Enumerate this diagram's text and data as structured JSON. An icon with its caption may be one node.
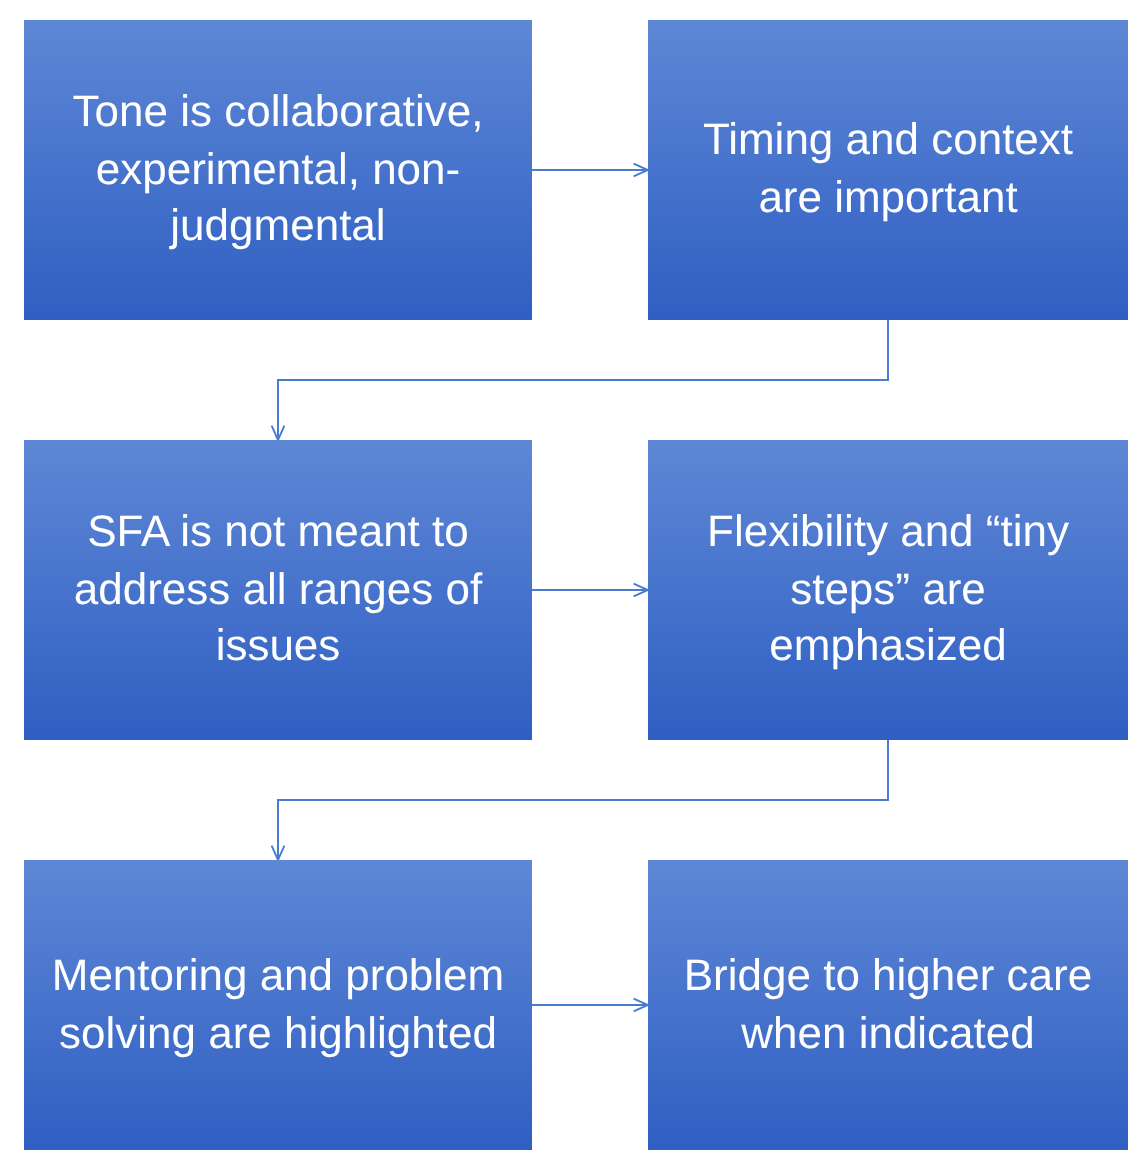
{
  "diagram": {
    "nodes": [
      {
        "text": [
          "Tone is collaborative, experimental, non-judgmental"
        ]
      },
      {
        "text": [
          "Timing and context are important"
        ]
      },
      {
        "text": [
          "SFA is not meant to address all ranges of issues"
        ]
      },
      {
        "text": [
          "Flexibility and “tiny steps” are emphasized"
        ]
      },
      {
        "text": [
          "Mentoring and problem solving are highlighted"
        ]
      },
      {
        "text": [
          "Bridge to higher care when indicated"
        ]
      }
    ],
    "edges": [
      {
        "from": 0,
        "to": 1,
        "arrow": "to"
      },
      {
        "from": 1,
        "to": 2,
        "arrow": "to"
      },
      {
        "from": 2,
        "to": 3,
        "arrow": "to"
      },
      {
        "from": 3,
        "to": 4,
        "arrow": "to"
      },
      {
        "from": 4,
        "to": 5,
        "arrow": "to"
      }
    ]
  }
}
